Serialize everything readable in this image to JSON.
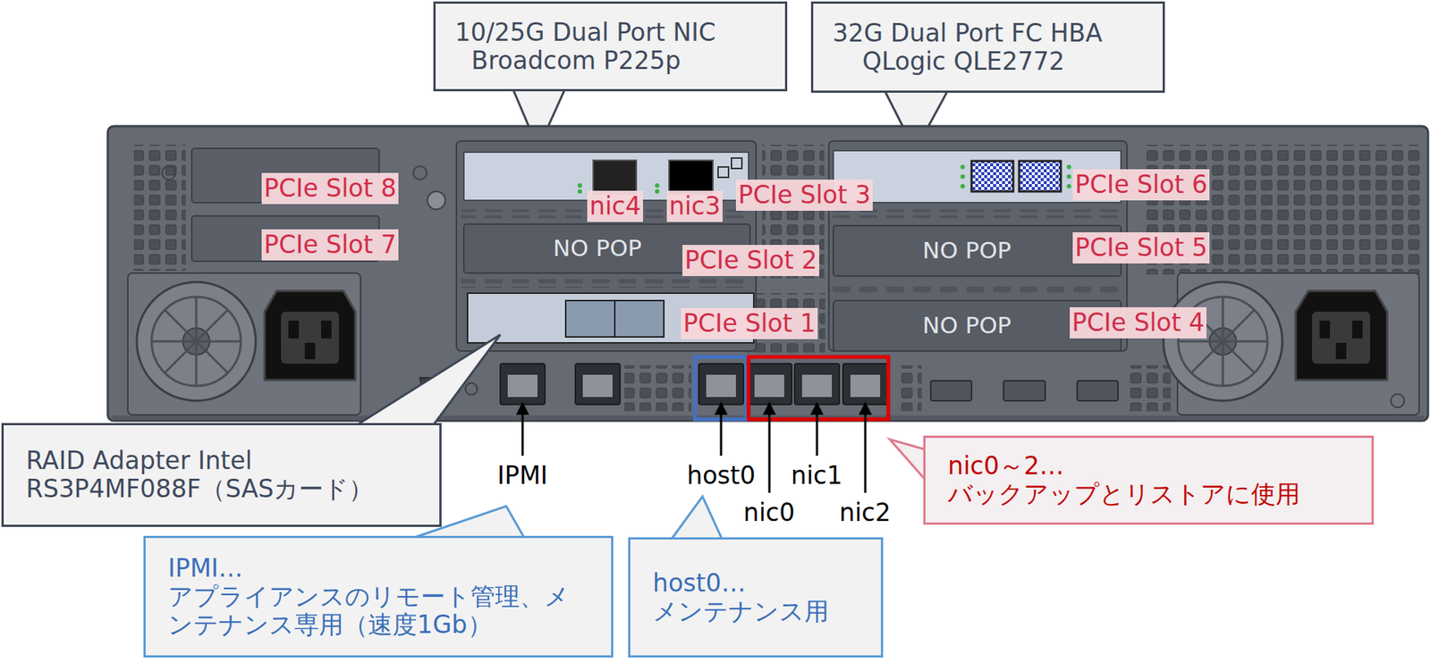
{
  "diagram": {
    "nodes": [
      {
        "text": [
          "10/25G Dual Port NIC",
          "Broadcom P225p"
        ]
      },
      {
        "text": [
          "32G Dual Port FC HBA",
          "QLogic QLE2772"
        ]
      },
      {
        "text": [
          "RAID Adapter Intel",
          "RS3P4MF088F（SASカード）"
        ]
      },
      {
        "text": [
          "IPMI…",
          "アプライアンスのリモート管理、メンテナンス専用（速度1Gb）"
        ]
      },
      {
        "text": [
          "host0…",
          "メンテナンス用"
        ]
      },
      {
        "text": [
          "nic0～2…",
          "バックアップとリストアに使用"
        ]
      }
    ],
    "labels": [
      "PCIe Slot 8",
      "PCIe Slot 7",
      "nic4",
      "nic3",
      "PCIe Slot 3",
      "PCIe Slot 6",
      "NO POP",
      "PCIe Slot 2",
      "NO POP",
      "PCIe Slot 5",
      "PCIe Slot 1",
      "NO POP",
      "PCIe Slot 4",
      "IPMI",
      "host0",
      "nic1",
      "nic0",
      "nic2"
    ]
  }
}
